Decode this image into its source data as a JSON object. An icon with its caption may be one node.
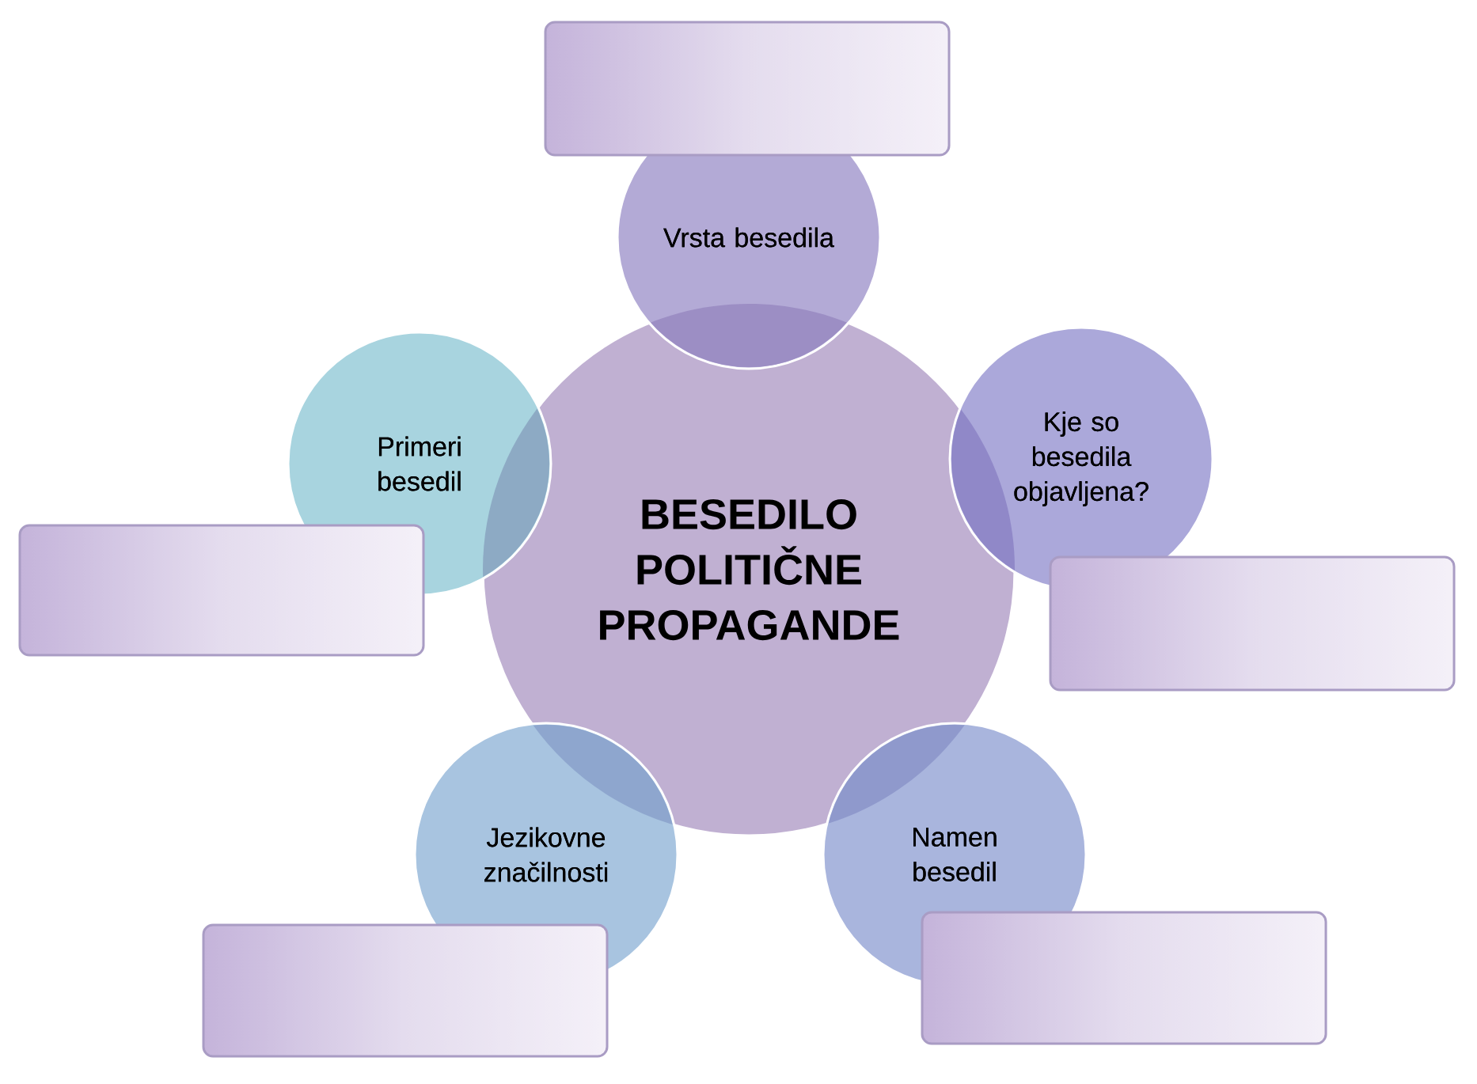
{
  "diagram": {
    "nodes": [
      {
        "text": [
          "BESEDILO POLITIČNE PROPAGANDE"
        ]
      },
      {
        "text": [
          "Vrsta besedila"
        ]
      },
      {
        "text": [
          "Kje so besedila objavljena?"
        ]
      },
      {
        "text": [
          "Namen besedil"
        ]
      },
      {
        "text": [
          "Jezikovne značilnosti"
        ]
      },
      {
        "text": [
          "Primeri besedil"
        ]
      },
      {
        "text": [],
        "shape": "box"
      },
      {
        "text": [],
        "shape": "box"
      },
      {
        "text": [],
        "shape": "box"
      },
      {
        "text": [],
        "shape": "box"
      },
      {
        "text": [],
        "shape": "box"
      }
    ]
  }
}
